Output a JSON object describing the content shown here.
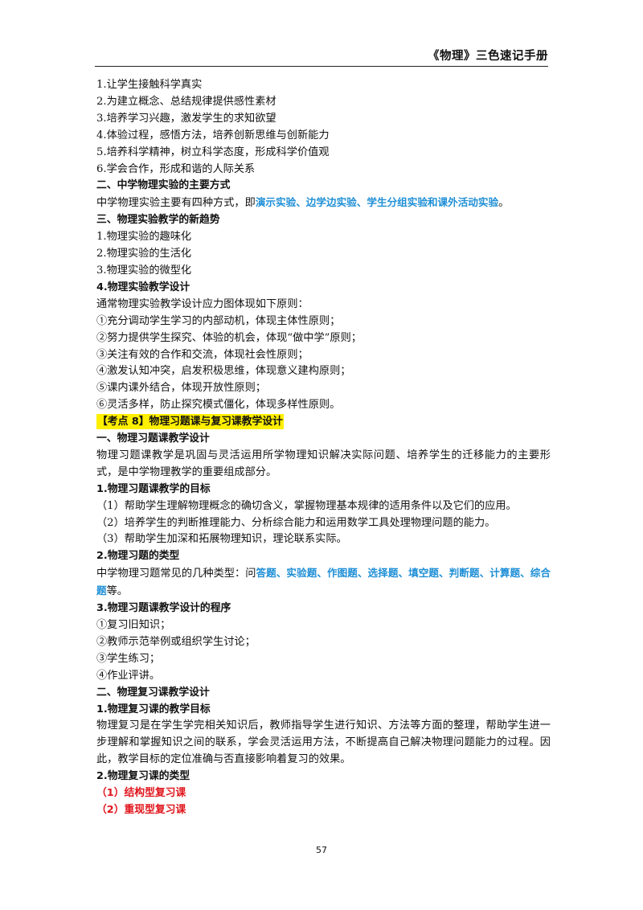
{
  "header": {
    "title": "《物理》三色速记手册"
  },
  "content": {
    "g1": [
      "1.让学生接触科学真实",
      "2.为建立概念、总结规律提供感性素材",
      "3.培养学习兴趣，激发学生的求知欲望",
      "4.体验过程，感悟方法，培养创新思维与创新能力",
      "5.培养科学精神，树立科学态度，形成科学价值观",
      "6.学会合作，形成和谐的人际关系"
    ],
    "h_ways": "二、中学物理实验的主要方式",
    "ways_prefix": "中学物理实验主要有四种方式，即",
    "ways_blue": "演示实验、边学边实验、学生分组实验和课外活动实验",
    "ways_suffix": "。",
    "h_trends": "三、物理实验教学的新趋势",
    "trends": [
      "1.物理实验的趣味化",
      "2.物理实验的生活化",
      "3.物理实验的微型化"
    ],
    "h_design": "4.物理实验教学设计",
    "design_intro": "通常物理实验教学设计应力图体现如下原则：",
    "principles": [
      "①充分调动学生学习的内部动机，体现主体性原则；",
      "②努力提供学生探究、体验的机会，体现“做中学”原则；",
      "③关注有效的合作和交流，体现社会性原则；",
      "④激发认知冲突，启发积极思维，体现意义建构原则；",
      "⑤课内课外结合，体现开放性原则；",
      "⑥灵活多样，防止探究模式僵化，体现多样性原则。"
    ],
    "kaodian": "【考点 8】物理习题课与复习课教学设计",
    "h_exercise": "一、物理习题课教学设计",
    "exercise_para": "物理习题课教学是巩固与灵活运用所学物理知识解决实际问题、培养学生的迁移能力的主要形式，是中学物理教学的重要组成部分。",
    "h_goals": "1.物理习题课教学的目标",
    "goals": [
      "（1）帮助学生理解物理概念的确切含义，掌握物理基本规律的适用条件以及它们的应用。",
      "（2）培养学生的判断推理能力、分析综合能力和运用数学工具处理物理问题的能力。",
      "（3）帮助学生加深和拓展物理知识，理论联系实际。"
    ],
    "h_types": "2.物理习题的类型",
    "types_prefix": "中学物理习题常见的几种类型：问",
    "types_blue": "答题、实验题、作图题、选择题、填空题、判断题、计算题、综合题",
    "types_suffix": "等。",
    "h_procedure": "3.物理习题课教学设计的程序",
    "procedure": [
      "①复习旧知识；",
      "②教师示范举例或组织学生讨论；",
      "③学生练习；",
      "④作业评讲。"
    ],
    "h_review": "二、物理复习课教学设计",
    "h_review_goal": "1.物理复习课的教学目标",
    "review_para": "物理复习是在学生学完相关知识后，教师指导学生进行知识、方法等方面的整理，帮助学生进一步理解和掌握知识之间的联系，学会灵活运用方法，不断提高自己解决物理问题能力的过程。因此，教学目标的定位准确与否直接影响着复习的效果。",
    "h_review_types": "2.物理复习课的类型",
    "review_types": [
      "（1）结构型复习课",
      "（2）重现型复习课"
    ]
  },
  "page_number": "57",
  "colors": {
    "blue": "#1f8fd6",
    "red": "#e0141b",
    "highlight": "#ffef00"
  }
}
